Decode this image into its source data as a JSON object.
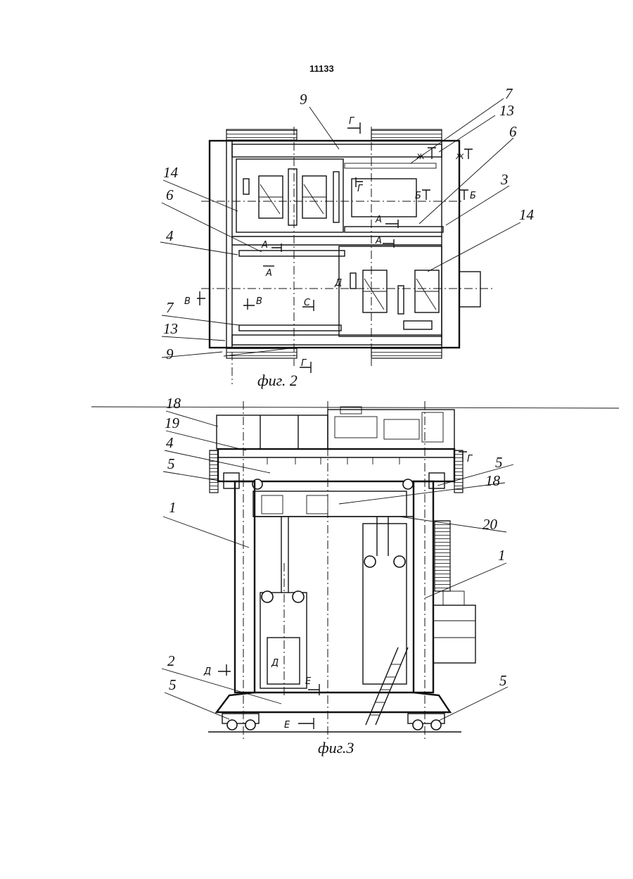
{
  "page_number": "11133",
  "figures": [
    {
      "caption": "фиг. 2"
    },
    {
      "caption": "фиг.3"
    }
  ],
  "fig2": {
    "callouts": [
      "9",
      "7",
      "13",
      "6",
      "3",
      "14",
      "6",
      "4",
      "7",
      "13",
      "9",
      "14"
    ],
    "sections": [
      "Г",
      "Г",
      "ж",
      "ж",
      "Г",
      "Б",
      "Б",
      "А",
      "А",
      "А",
      "А",
      "В",
      "В",
      "Д",
      "С",
      "С",
      "Г"
    ]
  },
  "fig3": {
    "callouts": [
      "18",
      "19",
      "4",
      "5",
      "1",
      "2",
      "5",
      "5",
      "18",
      "20",
      "1"
    ],
    "sections": [
      "Г",
      "Д",
      "Д",
      "Е",
      "Е"
    ]
  }
}
